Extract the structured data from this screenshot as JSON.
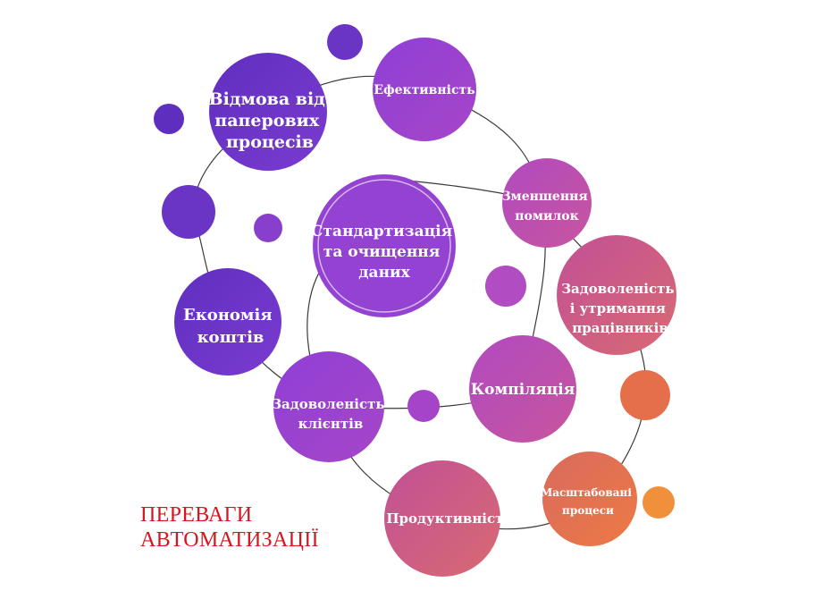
{
  "title": {
    "line1": "ПЕРЕВАГИ",
    "line2": "АВТОМАТИЗАЦІЇ"
  },
  "colors": {
    "violet": "#6c35c6",
    "purple": "#9a3fd0",
    "magenta": "#c04eb0",
    "pink": "#d0608a",
    "coral": "#e0704f",
    "orange": "#f08a3c",
    "caption": "#d9141e"
  },
  "nodes": {
    "center": {
      "lines": [
        "Стандартизація",
        "та очищення",
        "даних"
      ]
    },
    "paper": {
      "lines": [
        "Відмова від",
        "паперових",
        "процесів"
      ]
    },
    "efficiency": {
      "lines": [
        "Ефективність"
      ]
    },
    "errors": {
      "lines": [
        "Зменшення",
        "помилок"
      ]
    },
    "employees": {
      "lines": [
        "Задоволеність",
        "і утримання",
        "працівників"
      ]
    },
    "compilation": {
      "lines": [
        "Компіляція"
      ]
    },
    "economy": {
      "lines": [
        "Економія",
        "коштів"
      ]
    },
    "clients": {
      "lines": [
        "Задоволеність",
        "клієнтів"
      ]
    },
    "productivity": {
      "lines": [
        "Продуктивність"
      ]
    },
    "scalable": {
      "lines": [
        "Масштабовані",
        "процеси"
      ]
    }
  }
}
